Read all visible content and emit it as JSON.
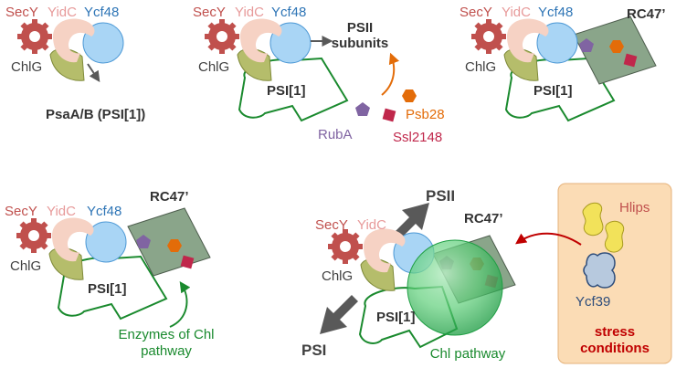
{
  "labels": {
    "secy": "SecY",
    "yidc": "YidC",
    "ycf48": "Ycf48",
    "chlg": "ChlG",
    "psi1": "PSI[1]",
    "rc47": "RC47’",
    "psab": "PsaA/B (PSI[1])",
    "psii_sub_1": "PSII",
    "psii_sub_2": "subunits",
    "ruba": "RubA",
    "psb28": "Psb28",
    "ssl2148": "Ssl2148",
    "enzymes_1": "Enzymes of Chl",
    "enzymes_2": "pathway",
    "psii": "PSII",
    "psi": "PSI",
    "chl_pathway": "Chl pathway",
    "hlips": "Hlips",
    "ycf39": "Ycf39",
    "stress_1": "stress",
    "stress_2": "conditions"
  },
  "colors": {
    "secy": "#c0504d",
    "yidc": "#f6d2c4",
    "ycf48": "#a9d5f5",
    "chlg": "#b5bd6b",
    "psi_outline": "#1a8a2e",
    "rc47": "#8aa58a",
    "ruba": "#8064a2",
    "psb28": "#e36c09",
    "ssl2148": "#c0274b",
    "hlips": "#f2e25a",
    "ycf39": "#b7c9de",
    "stress_box": "#fbdcb5",
    "chl_sphere": "#3cb95a"
  }
}
